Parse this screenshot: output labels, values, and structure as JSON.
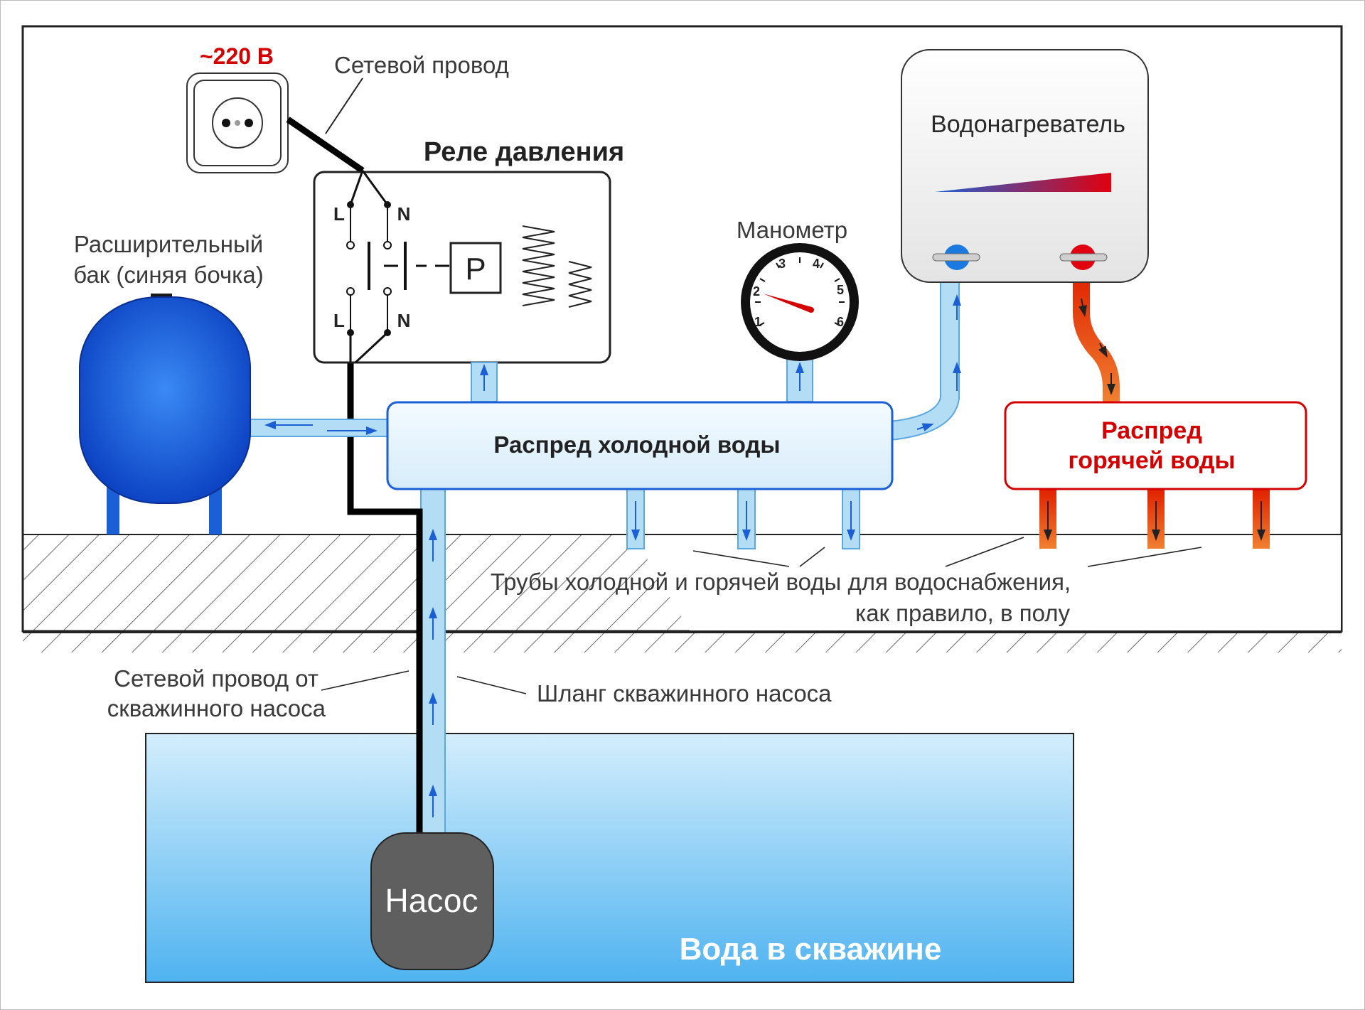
{
  "labels": {
    "voltage": "~220 В",
    "power_cord": "Сетевой провод",
    "pressure_relay": "Реле давления",
    "expansion_tank_line1": "Расширительный",
    "expansion_tank_line2": "бак (синяя бочка)",
    "manometer": "Манометр",
    "water_heater": "Водонагреватель",
    "cold_manifold": "Распред холодной воды",
    "hot_manifold_line1": "Распред",
    "hot_manifold_line2": "горячей воды",
    "floor_pipes_line1": "Трубы холодной и горячей воды для водоснабжения,",
    "floor_pipes_line2": "как правило, в полу",
    "pump_cord_line1": "Сетевой провод от",
    "pump_cord_line2": "скважинного насоса",
    "pump_hose": "Шланг скважинного насоса",
    "pump": "Насос",
    "well_water": "Вода в скважине"
  },
  "relay": {
    "terminal_l": "L",
    "terminal_n": "N",
    "sensor": "P"
  },
  "manometer": {
    "scale": [
      "1",
      "2",
      "3",
      "4",
      "5",
      "6"
    ]
  },
  "colors": {
    "cold": "#1a5fd6",
    "hot": "#d40000",
    "pipe_cold": "#b3dcf5",
    "water": "#6fc3f2",
    "pump": "#5f5f5f"
  }
}
